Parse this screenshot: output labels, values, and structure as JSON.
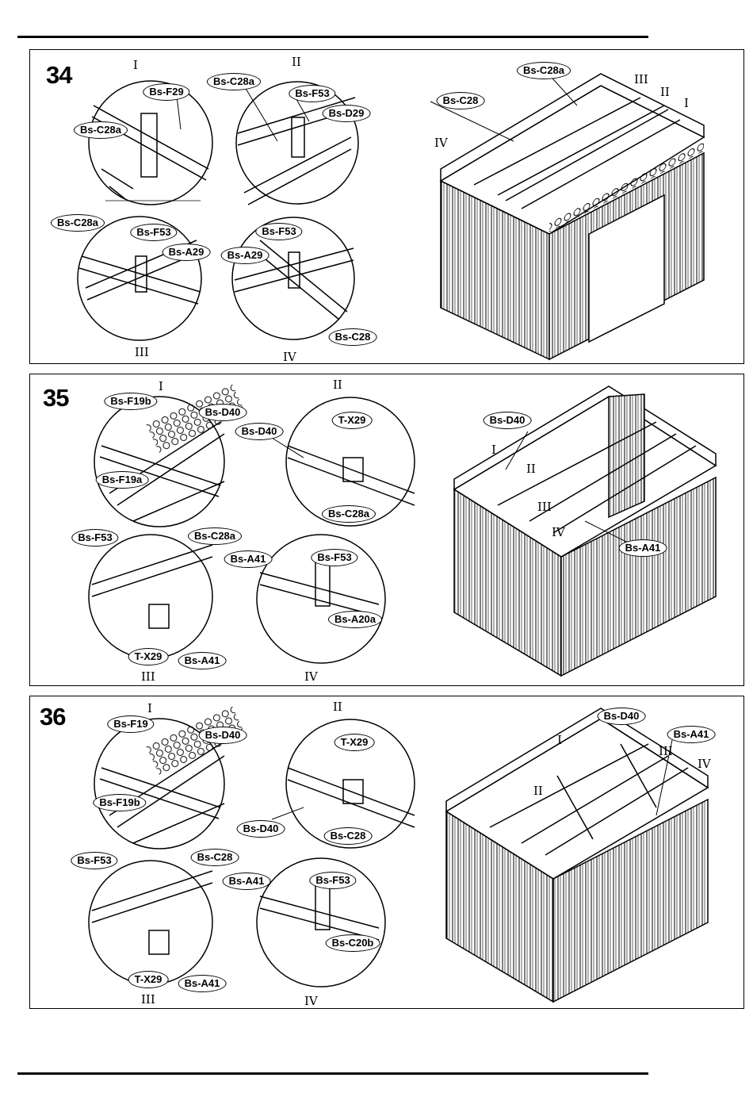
{
  "steps": [
    {
      "number": "34",
      "romans": [
        "I",
        "II",
        "III",
        "IV",
        "III",
        "II",
        "I",
        "IV"
      ],
      "labels": [
        "Bs-F29",
        "Bs-C28a",
        "Bs-C28a",
        "Bs-F53",
        "Bs-D29",
        "Bs-C28a",
        "Bs-F53",
        "Bs-A29",
        "Bs-F53",
        "Bs-A29",
        "Bs-C28",
        "Bs-C28a",
        "Bs-C28"
      ]
    },
    {
      "number": "35",
      "romans": [
        "I",
        "II",
        "III",
        "IV",
        "I",
        "II",
        "III",
        "IV"
      ],
      "labels": [
        "Bs-F19b",
        "Bs-D40",
        "Bs-F19a",
        "Bs-D40",
        "T-X29",
        "Bs-C28a",
        "Bs-F53",
        "Bs-C28a",
        "T-X29",
        "Bs-A41",
        "Bs-A41",
        "Bs-F53",
        "Bs-A20a",
        "Bs-D40",
        "Bs-A41"
      ]
    },
    {
      "number": "36",
      "romans": [
        "I",
        "II",
        "III",
        "IV",
        "I",
        "II",
        "III",
        "IV"
      ],
      "labels": [
        "Bs-F19",
        "Bs-D40",
        "Bs-F19b",
        "T-X29",
        "Bs-D40",
        "Bs-C28",
        "Bs-F53",
        "Bs-C28",
        "T-X29",
        "Bs-A41",
        "Bs-A41",
        "Bs-F53",
        "Bs-C20b",
        "Bs-D40",
        "Bs-A41"
      ]
    }
  ]
}
